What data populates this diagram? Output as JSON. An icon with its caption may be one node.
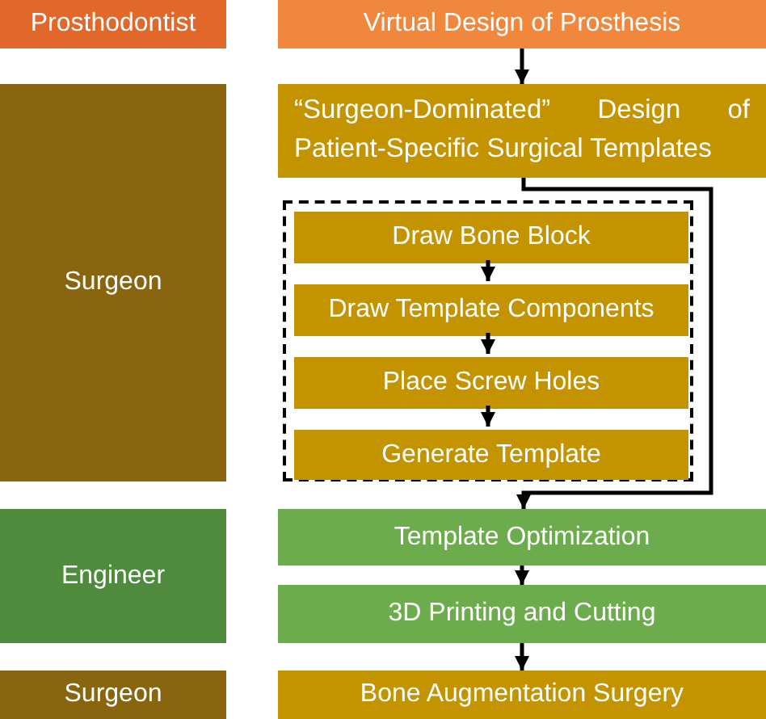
{
  "diagram": {
    "nodes": [
      {
        "text": [
          "Prosthodontist"
        ]
      },
      {
        "text": [
          "Virtual Design of Prosthesis"
        ]
      },
      {
        "text": [
          "Surgeon"
        ]
      },
      {
        "text": [
          "“Surgeon-Dominated” Design of Patient-Specific Surgical Templates"
        ]
      },
      {
        "text": [],
        "shape": "box"
      },
      {
        "text": [
          "Draw Bone Block"
        ],
        "in": 4
      },
      {
        "text": [
          "Draw Template Components"
        ],
        "in": 4
      },
      {
        "text": [
          "Place Screw Holes"
        ],
        "in": 4
      },
      {
        "text": [
          "Generate Template"
        ],
        "in": 4
      },
      {
        "text": [
          "Engineer"
        ]
      },
      {
        "text": [
          "Template Optimization"
        ]
      },
      {
        "text": [
          "3D Printing and Cutting"
        ]
      },
      {
        "text": [
          "Surgeon"
        ]
      },
      {
        "text": [
          "Bone Augmentation Surgery"
        ]
      }
    ],
    "edges": [
      {
        "from": 1,
        "to": 3,
        "arrow": "to"
      },
      {
        "from": 3,
        "to": 10,
        "arrow": "to"
      },
      {
        "from": 5,
        "to": 6,
        "arrow": "to"
      },
      {
        "from": 6,
        "to": 7,
        "arrow": "to"
      },
      {
        "from": 7,
        "to": 8,
        "arrow": "to"
      },
      {
        "from": 10,
        "to": 11,
        "arrow": "to"
      },
      {
        "from": 11,
        "to": 13,
        "arrow": "to"
      }
    ]
  }
}
